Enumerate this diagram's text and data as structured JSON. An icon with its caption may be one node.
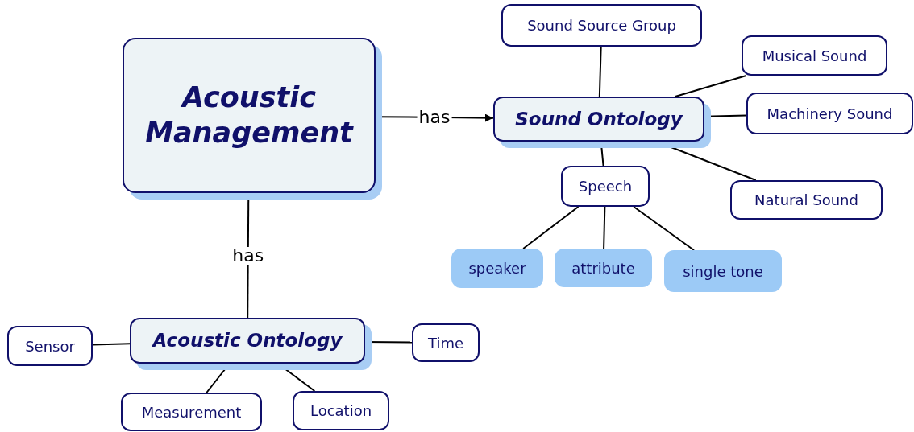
{
  "diagram": {
    "nodes": [
      {
        "text": [
          "Acoustic Management"
        ]
      },
      {
        "text": [
          "Sound Ontology"
        ]
      },
      {
        "text": [
          "Sound Source Group"
        ]
      },
      {
        "text": [
          "Musical Sound"
        ]
      },
      {
        "text": [
          "Machinery Sound"
        ]
      },
      {
        "text": [
          "Natural Sound"
        ]
      },
      {
        "text": [
          "Speech"
        ]
      },
      {
        "text": [
          "speaker"
        ]
      },
      {
        "text": [
          "attribute"
        ]
      },
      {
        "text": [
          "single tone"
        ]
      },
      {
        "text": [
          "Acoustic Ontology"
        ]
      },
      {
        "text": [
          "Sensor"
        ]
      },
      {
        "text": [
          "Time"
        ]
      },
      {
        "text": [
          "Measurement"
        ]
      },
      {
        "text": [
          "Location"
        ]
      }
    ],
    "edges": [
      {
        "from": 0,
        "to": 1,
        "arrow": "to",
        "label": "has"
      },
      {
        "from": 0,
        "to": 10,
        "arrow": "none",
        "label": "has"
      },
      {
        "from": 1,
        "to": 2,
        "arrow": "none"
      },
      {
        "from": 1,
        "to": 3,
        "arrow": "none"
      },
      {
        "from": 1,
        "to": 4,
        "arrow": "none"
      },
      {
        "from": 1,
        "to": 5,
        "arrow": "none"
      },
      {
        "from": 1,
        "to": 6,
        "arrow": "none"
      },
      {
        "from": 6,
        "to": 7,
        "arrow": "none"
      },
      {
        "from": 6,
        "to": 8,
        "arrow": "none"
      },
      {
        "from": 6,
        "to": 9,
        "arrow": "none"
      },
      {
        "from": 10,
        "to": 11,
        "arrow": "none"
      },
      {
        "from": 10,
        "to": 12,
        "arrow": "none"
      },
      {
        "from": 10,
        "to": 13,
        "arrow": "none"
      },
      {
        "from": 10,
        "to": 14,
        "arrow": "none"
      }
    ]
  }
}
